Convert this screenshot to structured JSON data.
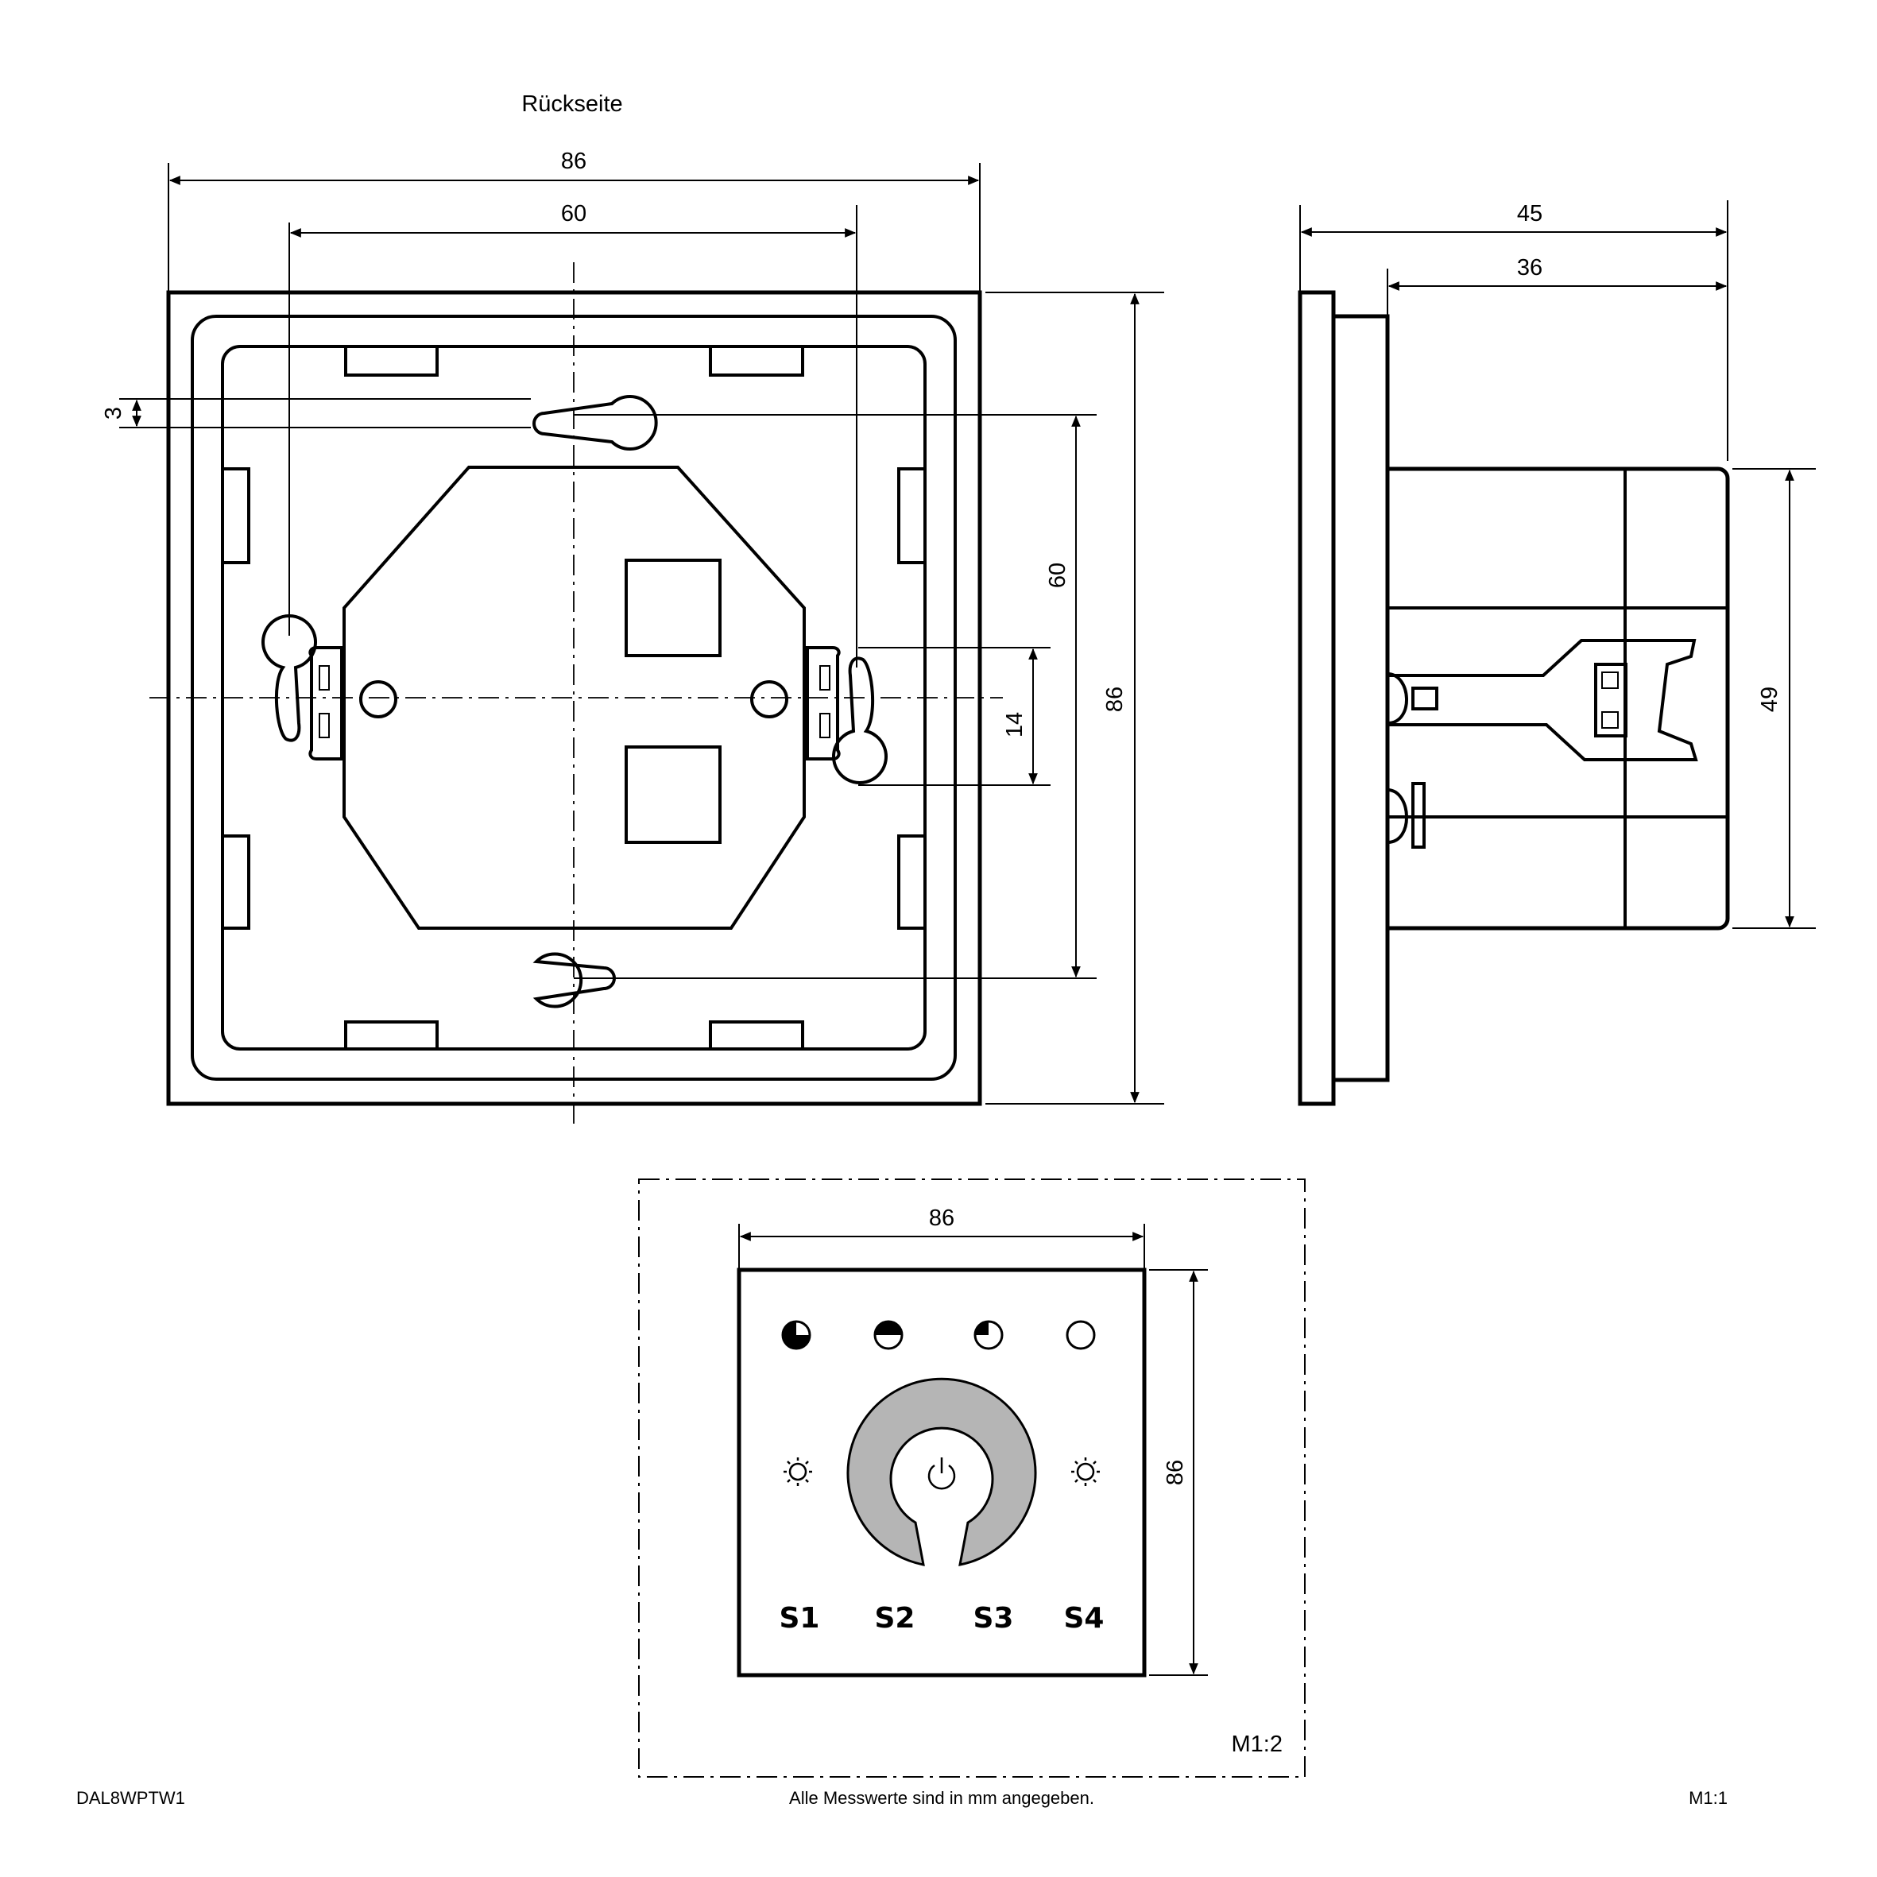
{
  "drawing": {
    "back_view_title": "Rückseite",
    "model_code": "DAL8WPTW1",
    "footer_note": "Alle Messwerte sind in mm angegeben.",
    "scale_main": "M1:1",
    "scale_front": "M1:2"
  },
  "dimensions": {
    "back_width": "86",
    "back_hole_spacing_h": "60",
    "back_offset": "3",
    "back_hole_spacing_v": "60",
    "back_slot_height": "14",
    "back_height": "86",
    "side_depth_total": "45",
    "side_depth_body": "36",
    "side_body_height": "49",
    "front_width": "86",
    "front_height": "86"
  },
  "front_panel": {
    "keys": [
      "S1",
      "S2",
      "S3",
      "S4"
    ],
    "indicators": [
      "quarter-filled-circle-icon",
      "half-filled-circle-icon",
      "three-quarter-circle-icon",
      "empty-circle-icon"
    ],
    "left_icon": "brightness-icon",
    "right_icon": "brightness-icon",
    "center_icon": "power-icon",
    "ring_color": "#b5b5b5"
  }
}
